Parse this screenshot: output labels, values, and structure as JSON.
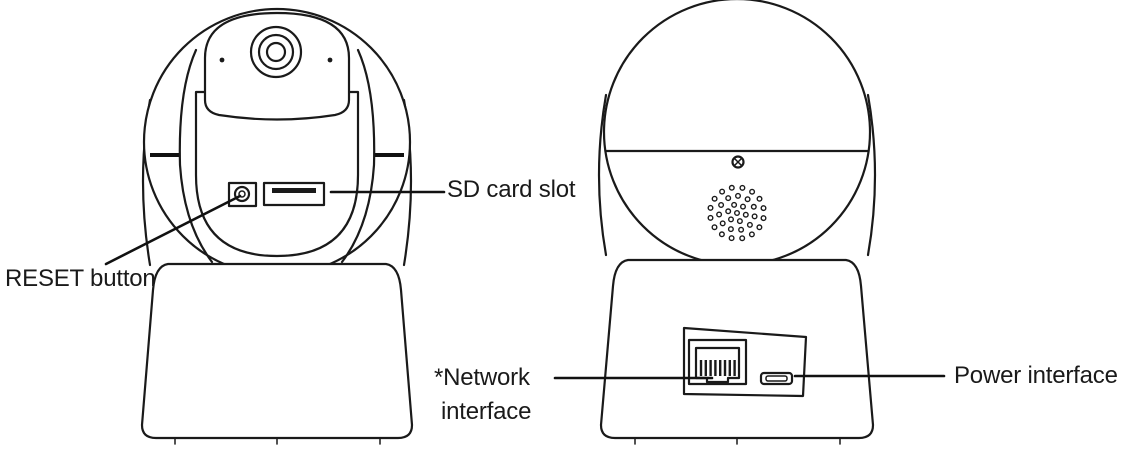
{
  "callouts": {
    "sd_card_slot": "SD card slot",
    "reset_button": "RESET button",
    "network_interface_line1": "*Network",
    "network_interface_line2": "interface",
    "power_interface": "Power interface"
  },
  "colors": {
    "line": "#1a1a1a",
    "background": "#ffffff"
  }
}
